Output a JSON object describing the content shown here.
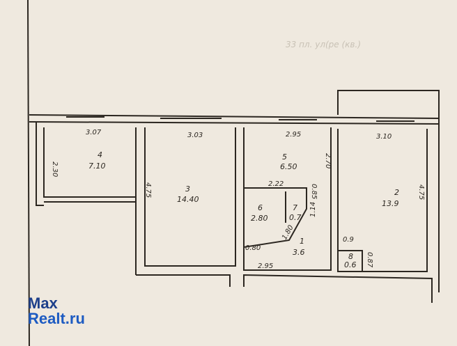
{
  "background_text": {
    "heading": "33 пл. ул(ре (кв.)"
  },
  "rooms": [
    {
      "number": "4",
      "area": "7.10"
    },
    {
      "number": "3",
      "area": "14.40"
    },
    {
      "number": "5",
      "area": "6.50"
    },
    {
      "number": "6",
      "area": "2.80"
    },
    {
      "number": "7",
      "area": "0.7"
    },
    {
      "number": "1",
      "area": "3.6"
    },
    {
      "number": "2",
      "area": "13.9"
    },
    {
      "number": "8",
      "area": "0.6"
    }
  ],
  "dimensions": [
    "3.07",
    "2.30",
    "3.03",
    "4.75",
    "2.95",
    "2.70",
    "2.22",
    "0.85",
    "1.80",
    "0.80",
    "2.95",
    "3.10",
    "4.75",
    "0.9",
    "0.87",
    "1.14"
  ],
  "watermark": {
    "line1": "Max",
    "line2": "Realt.ru"
  }
}
